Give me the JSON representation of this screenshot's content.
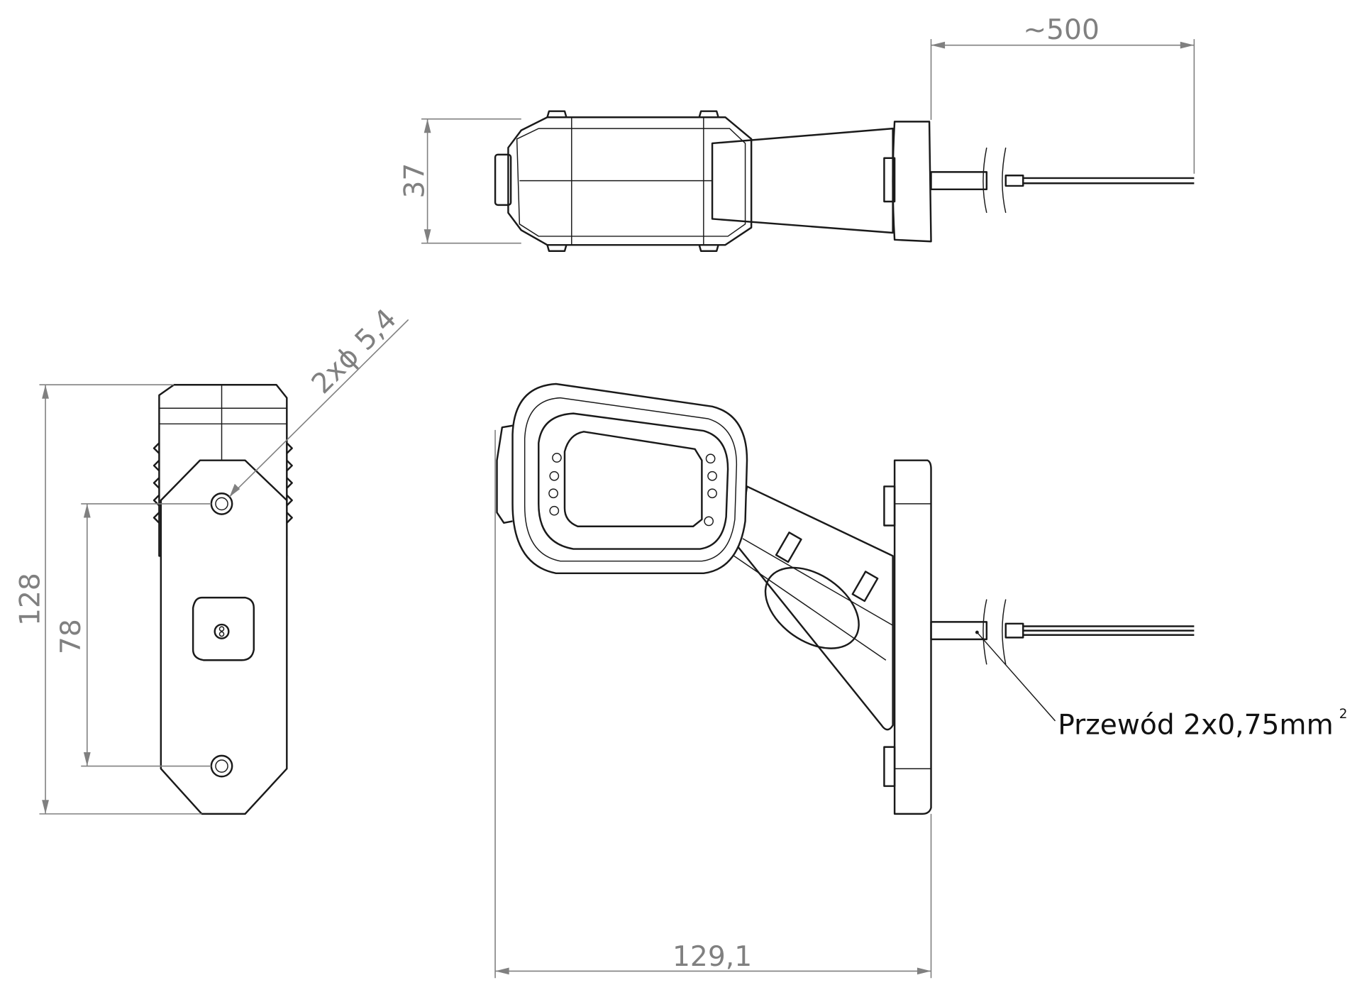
{
  "drawing": {
    "dimensions": {
      "cable_length": "~500",
      "top_height": "37",
      "total_height": "128",
      "hole_spacing": "78",
      "hole_diameter": "2xϕ 5,4",
      "total_width": "129,1"
    },
    "note": {
      "cable_label": "Przewód 2x0,75mm",
      "cable_label_superscript": "2"
    },
    "colors": {
      "outline": "#1a1a1a",
      "dimension": "#808080"
    }
  }
}
